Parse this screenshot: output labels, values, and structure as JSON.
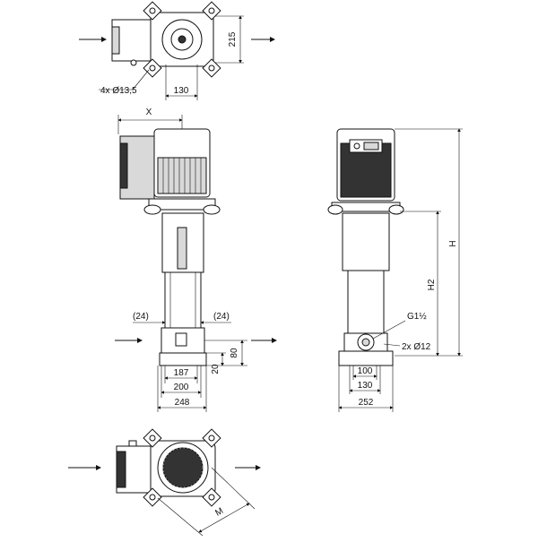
{
  "dimensions": {
    "top_flange_bolts": "4x Ø13,5",
    "top_width": "130",
    "top_height": "215",
    "motor_offset": "X",
    "left_offset": "(24)",
    "right_offset": "(24)",
    "base_187": "187",
    "base_200": "200",
    "base_248": "248",
    "port_height_80": "80",
    "base_height_20": "20",
    "overall_height": "H",
    "port_center_height": "H2",
    "drain_thread": "G1½",
    "base_holes": "2x Ø12",
    "side_100": "100",
    "side_130": "130",
    "side_252": "252",
    "motor_diagonal": "M"
  },
  "icons": {
    "flow_arrow": "arrow-right-icon"
  }
}
